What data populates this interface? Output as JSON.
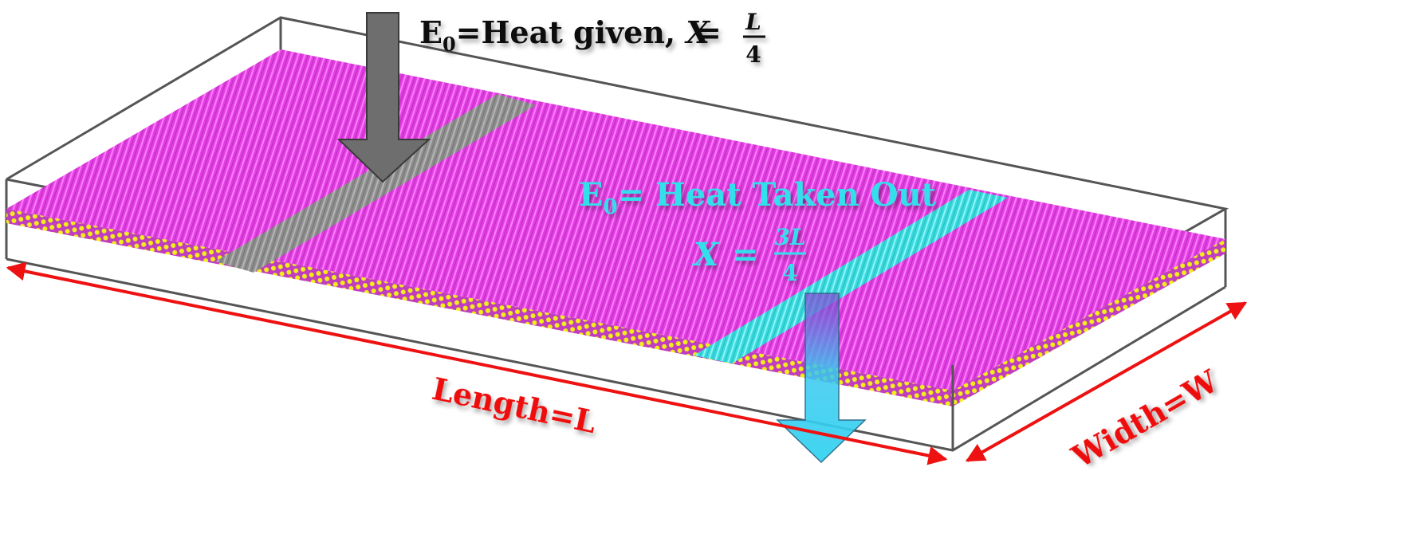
{
  "heat_in": {
    "symbol_main": "E",
    "symbol_sub": "0",
    "text": "=Heat given, ",
    "position_var": "X",
    "equals": "=",
    "frac_num": "L",
    "frac_den": "4",
    "arrow_color": "#6e6e6e",
    "region_color": "#9a9a9a",
    "fraction_of_length": 0.25
  },
  "heat_out": {
    "symbol_main": "E",
    "symbol_sub": "0",
    "text": "= Heat Taken Out",
    "position_var": "X",
    "equals": "=",
    "frac_num": "3L",
    "frac_den": "4",
    "arrow_color": "#35d4f0",
    "region_color": "#49e6ea",
    "fraction_of_length": 0.75
  },
  "dimensions": {
    "length_label": "Length=L",
    "width_label": "Width=W",
    "arrow_color": "#ee1111"
  },
  "material": {
    "top_atom_color": "#ee44ee",
    "bottom_atom_color": "#f2ee1a",
    "box_color": "#555555"
  }
}
